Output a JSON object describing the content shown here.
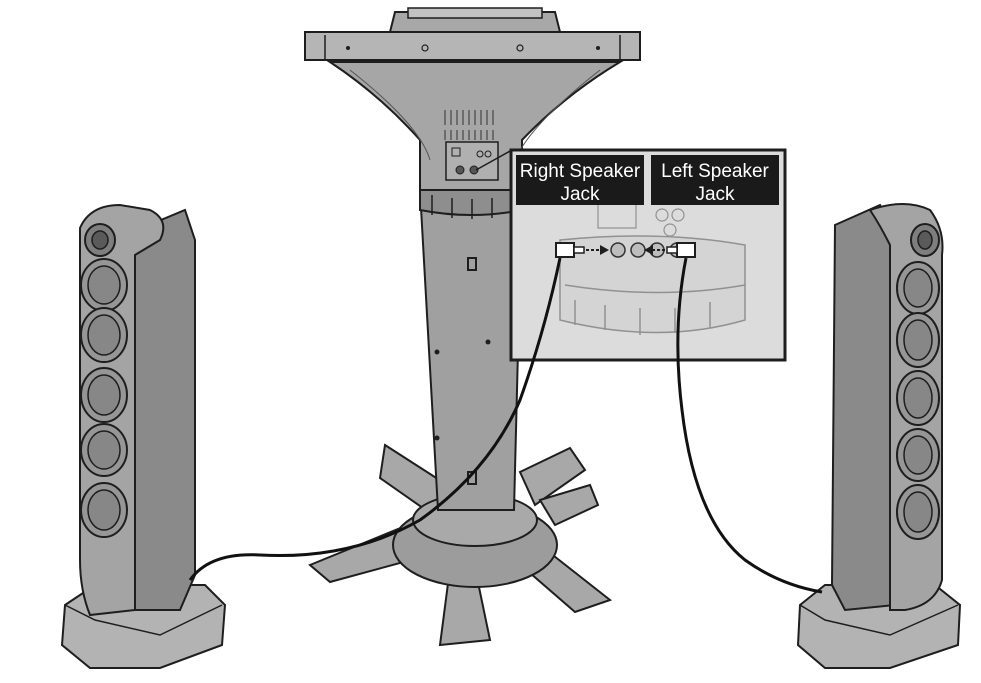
{
  "labels": {
    "right_line1": "Right Speaker",
    "right_line2": "Jack",
    "left_line1": "Left Speaker",
    "left_line2": "Jack"
  },
  "colors": {
    "device_fill": "#9a9a9a",
    "device_light": "#b5b5b5",
    "device_dark": "#7c7c7c",
    "outline": "#1e1e1e",
    "label_bg": "#1a1a1a",
    "callout_fill": "#d9d9d9",
    "cable": "#111111"
  }
}
